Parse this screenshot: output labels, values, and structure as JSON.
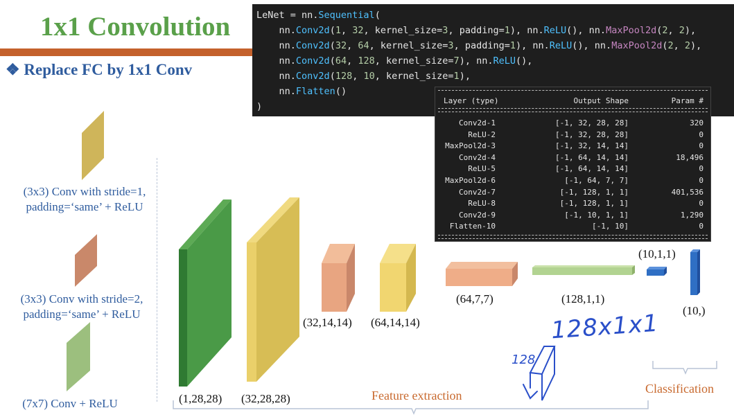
{
  "slide": {
    "title": "1x1 Convolution",
    "subtitle": "❖ Replace FC by 1x1 Conv"
  },
  "code": {
    "lines": [
      "LeNet = nn.Sequential(",
      "    nn.Conv2d(1, 32, kernel_size=3, padding=1), nn.ReLU(), nn.MaxPool2d(2, 2),",
      "    nn.Conv2d(32, 64, kernel_size=3, padding=1), nn.ReLU(), nn.MaxPool2d(2, 2),",
      "    nn.Conv2d(64, 128, kernel_size=7), nn.ReLU(),",
      "    nn.Conv2d(128, 10, kernel_size=1),",
      "    nn.Flatten()",
      ")"
    ]
  },
  "summary_table": {
    "headers": [
      "Layer (type)",
      "Output Shape",
      "Param #"
    ],
    "rows": [
      [
        "Conv2d-1",
        "[-1, 32, 28, 28]",
        "320"
      ],
      [
        "ReLU-2",
        "[-1, 32, 28, 28]",
        "0"
      ],
      [
        "MaxPool2d-3",
        "[-1, 32, 14, 14]",
        "0"
      ],
      [
        "Conv2d-4",
        "[-1, 64, 14, 14]",
        "18,496"
      ],
      [
        "ReLU-5",
        "[-1, 64, 14, 14]",
        "0"
      ],
      [
        "MaxPool2d-6",
        "[-1, 64, 7, 7]",
        "0"
      ],
      [
        "Conv2d-7",
        "[-1, 128, 1, 1]",
        "401,536"
      ],
      [
        "ReLU-8",
        "[-1, 128, 1, 1]",
        "0"
      ],
      [
        "Conv2d-9",
        "[-1, 10, 1, 1]",
        "1,290"
      ],
      [
        "Flatten-10",
        "[-1, 10]",
        "0"
      ]
    ]
  },
  "legend": {
    "conv3_s1": "(3x3) Conv with stride=1,\npadding=‘same’ + ReLU",
    "conv3_s2": "(3x3) Conv with stride=2,\npadding=‘same’ + ReLU",
    "conv7": "(7x7) Conv + ReLU"
  },
  "shapes": {
    "input": "(1,28,28)",
    "conv1": "(32,28,28)",
    "pool1": "(32,14,14)",
    "conv2": "(64,14,14)",
    "pool2": "(64,7,7)",
    "conv3": "(128,1,1)",
    "conv4": "(10,1,1)",
    "flat": "(10,)"
  },
  "sections": {
    "feature": "Feature extraction",
    "classification": "Classification"
  },
  "handwriting": {
    "note": "128x1x1",
    "side": "128"
  },
  "colors": {
    "green_dark": "#3e8c3e",
    "yellow": "#e8cf6a",
    "salmon": "#e6a37f",
    "light_green": "#a8cc86",
    "blue": "#2f6fc4",
    "accent_orange": "#c8692e",
    "title_green": "#5aa04a",
    "subtitle_blue": "#2f5c9e",
    "ink": "#2a4fc9"
  }
}
